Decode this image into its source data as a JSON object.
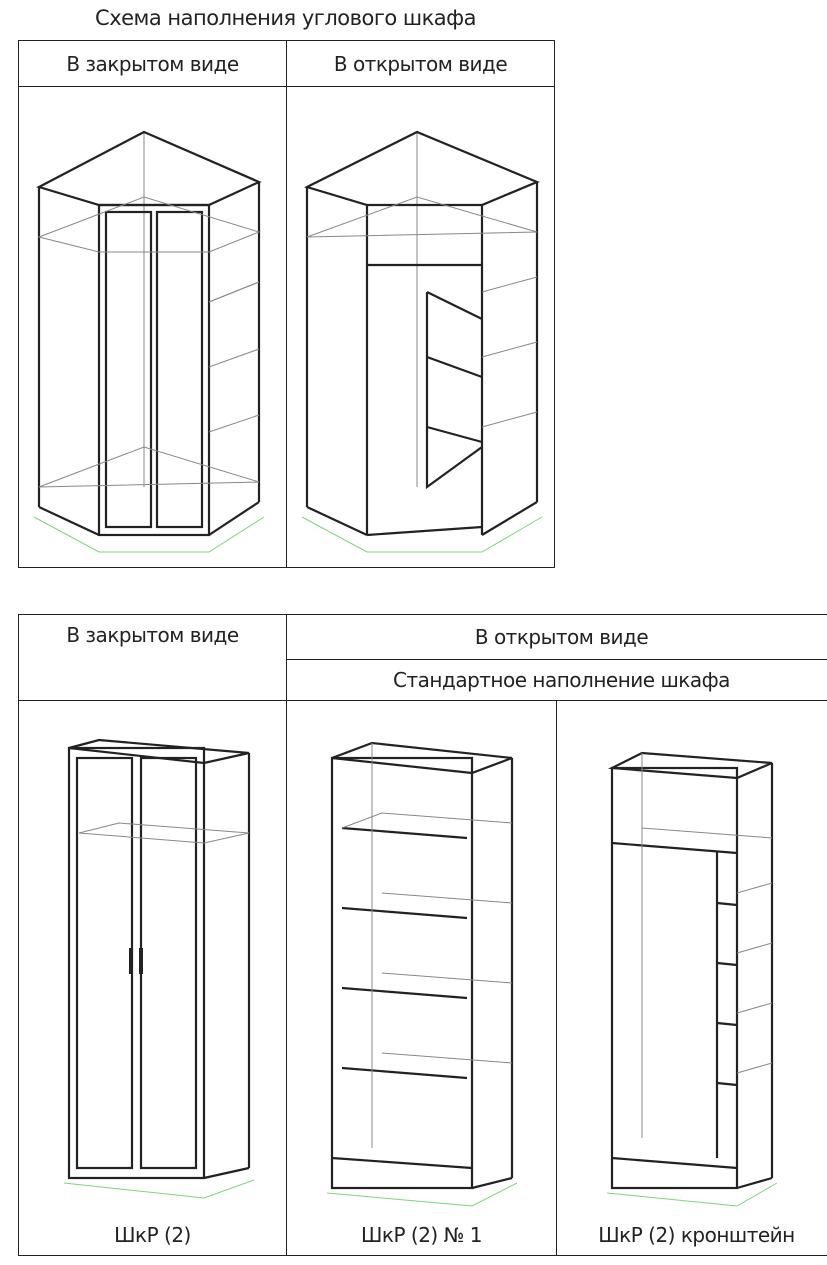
{
  "title": "Схема наполнения углового шкафа",
  "corner_table": {
    "headers": [
      "В закрытом виде",
      "В открытом виде"
    ]
  },
  "standard_table": {
    "closed_header": "В закрытом виде",
    "open_header": "В открытом виде",
    "open_subheader": "Стандартное наполнение шкафа",
    "captions": [
      "ШкР (2)",
      "ШкР (2) № 1",
      "ШкР (2) кронштейн"
    ]
  }
}
